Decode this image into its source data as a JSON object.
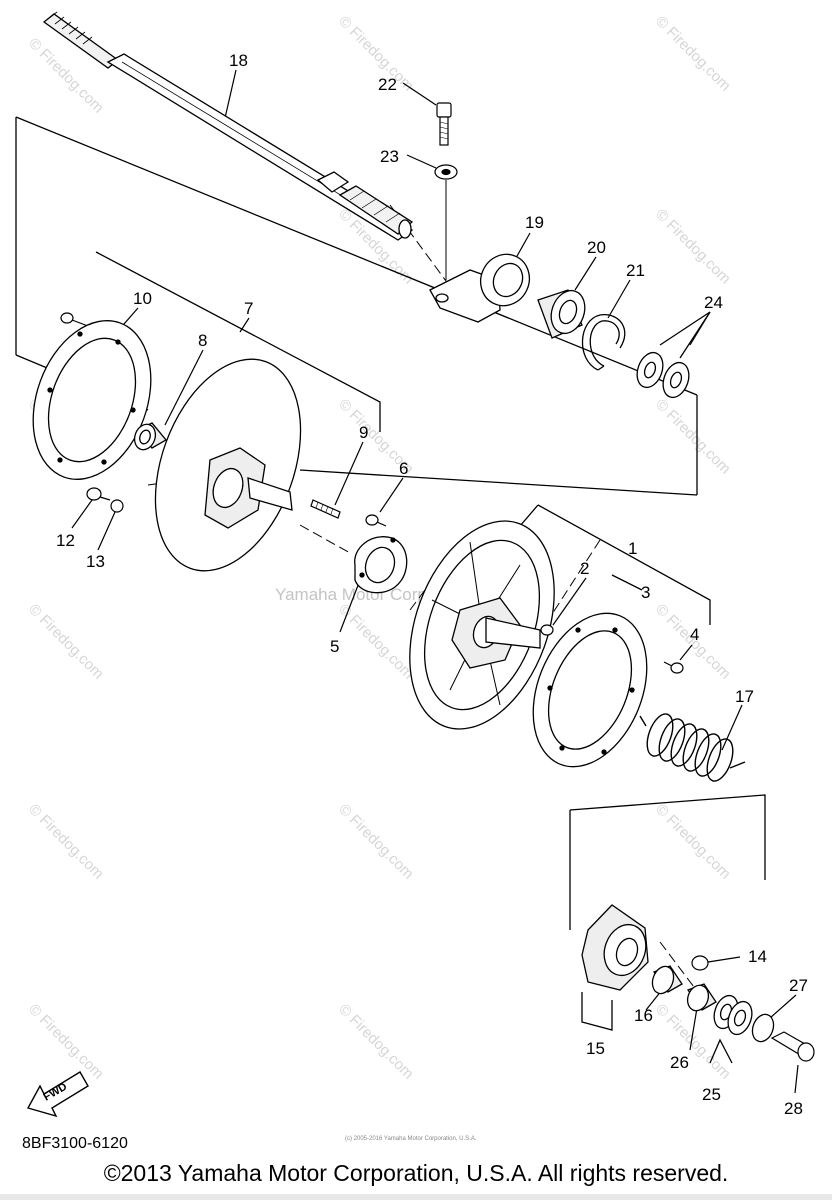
{
  "watermark": {
    "firedog": "© Firedog.com",
    "center": "Yamaha Motor Corporation, U.S.A.",
    "tiny": "(c) 2005-2016 Yamaha Motor Corporation, U.S.A."
  },
  "callouts": {
    "n1": "1",
    "n2": "2",
    "n3": "3",
    "n4": "4",
    "n5": "5",
    "n6": "6",
    "n7": "7",
    "n8": "8",
    "n9": "9",
    "n10": "10",
    "n12": "12",
    "n13": "13",
    "n14": "14",
    "n15": "15",
    "n16": "16",
    "n17": "17",
    "n18": "18",
    "n19": "19",
    "n20": "20",
    "n21": "21",
    "n22": "22",
    "n23": "23",
    "n24": "24",
    "n25": "25",
    "n26": "26",
    "n27": "27",
    "n28": "28"
  },
  "fwd_label": "FWD",
  "part_code": "8BF3100-6120",
  "copyright": "©2013 Yamaha Motor Corporation, U.S.A. All rights reserved."
}
